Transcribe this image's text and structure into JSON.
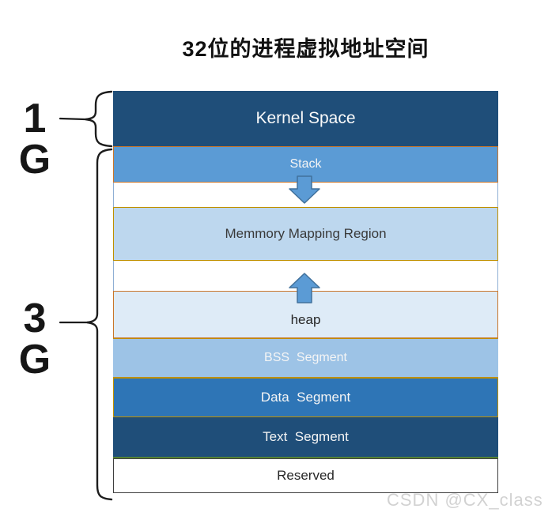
{
  "title": "32位的进程虚拟地址空间",
  "size_labels": {
    "one_g": {
      "digit": "1",
      "unit": "G"
    },
    "three_g": {
      "digit": "3",
      "unit": "G"
    }
  },
  "segments": {
    "kernel": {
      "label": "Kernel Space"
    },
    "stack": {
      "label": "Stack"
    },
    "mmr": {
      "label": "Memmory Mapping Region"
    },
    "heap": {
      "label": "heap"
    },
    "bss": {
      "label": "BSS  Segment"
    },
    "data": {
      "label": "Data  Segment"
    },
    "text": {
      "label": "Text  Segment"
    },
    "reserved": {
      "label": "Reserved"
    }
  },
  "icons": {
    "stack_growth": "down-arrow-icon",
    "heap_growth": "up-arrow-icon",
    "one_g_bracket": "curly-brace",
    "three_g_bracket": "curly-brace"
  },
  "colors": {
    "kernel_bg": "#1F4E79",
    "stack_bg": "#5B9BD5",
    "mmr_bg": "#BDD7EE",
    "heap_bg": "#DEEBF7",
    "bss_bg": "#9DC3E6",
    "data_bg": "#2E75B6",
    "text_bg": "#1F4E79",
    "reserved_bg": "#FFFFFF",
    "arrow_fill": "#5B9BD5",
    "orange_border": "#C9762B",
    "gold_border": "#BF9000",
    "green_border": "#548235",
    "watermark": "#D2D2D2"
  },
  "watermark": "CSDN @CX_class"
}
